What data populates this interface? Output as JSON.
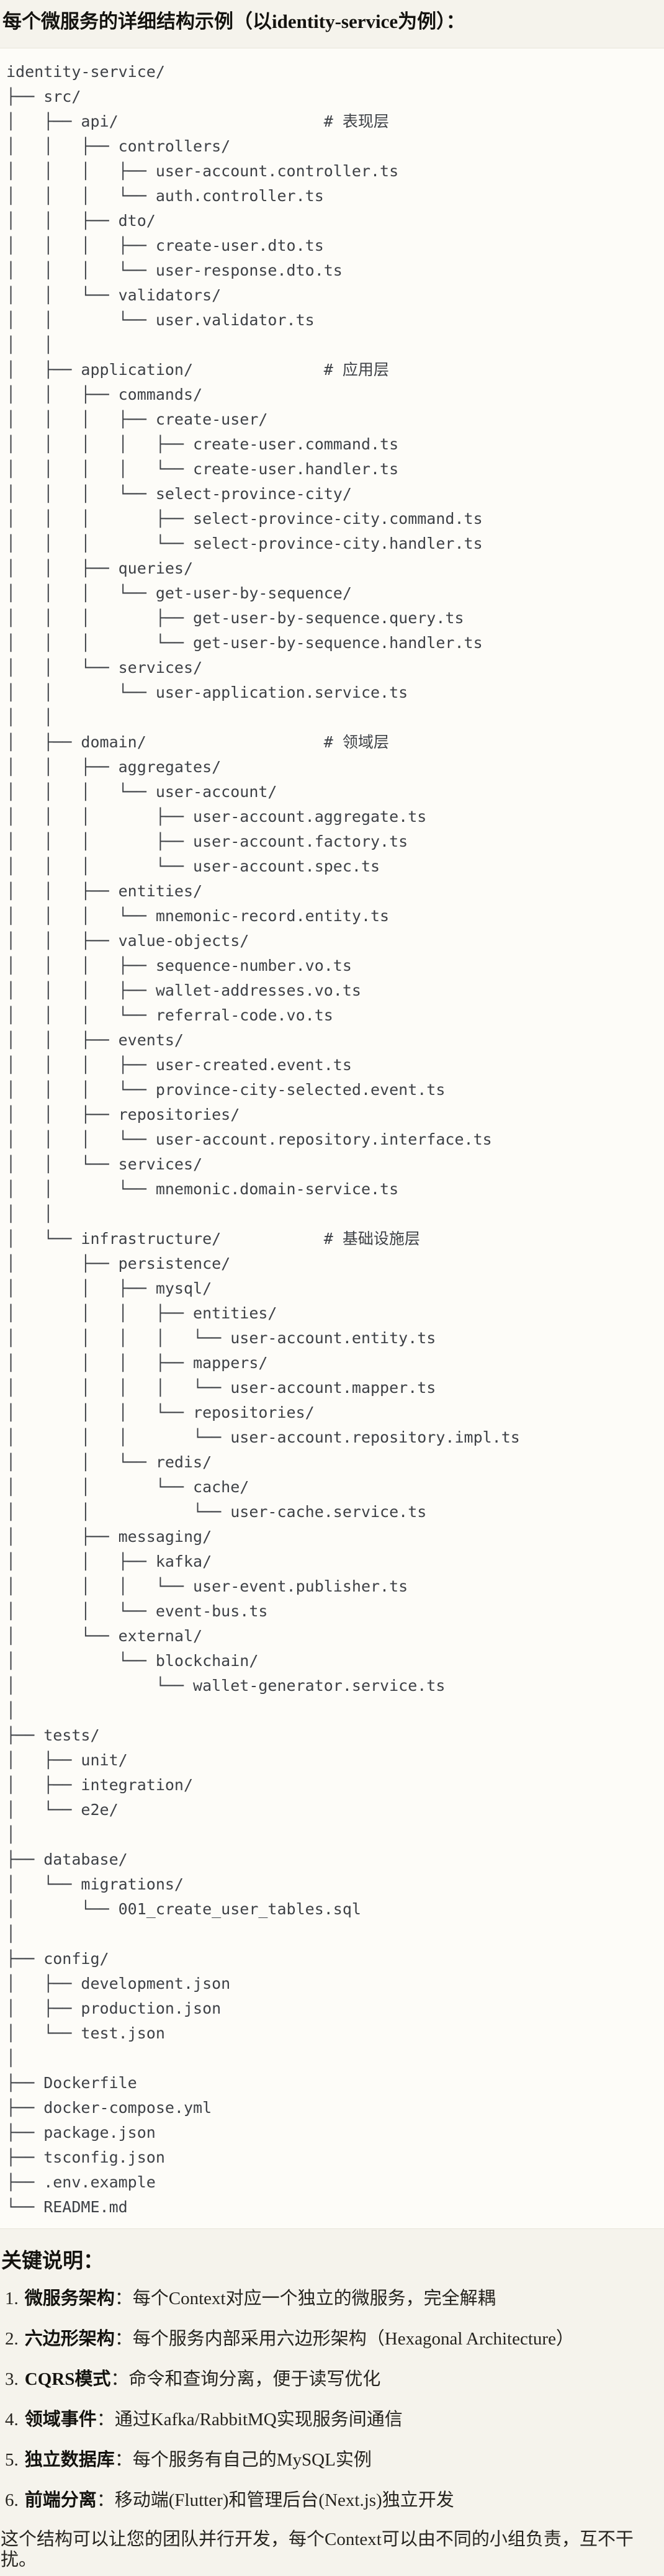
{
  "page": {
    "title": "每个微服务的详细结构示例（以identity-service为例）：",
    "colors": {
      "page_bg": "#f5f3ec",
      "code_bg": "#fdfcf8",
      "code_border": "#e7e4da",
      "tree_text": "#3e4146",
      "heading_text": "#14130f"
    }
  },
  "file_tree": {
    "lines": [
      "identity-service/",
      "├── src/",
      "│   ├── api/                      # 表现层",
      "│   │   ├── controllers/",
      "│   │   │   ├── user-account.controller.ts",
      "│   │   │   └── auth.controller.ts",
      "│   │   ├── dto/",
      "│   │   │   ├── create-user.dto.ts",
      "│   │   │   └── user-response.dto.ts",
      "│   │   └── validators/",
      "│   │       └── user.validator.ts",
      "│   │",
      "│   ├── application/              # 应用层",
      "│   │   ├── commands/",
      "│   │   │   ├── create-user/",
      "│   │   │   │   ├── create-user.command.ts",
      "│   │   │   │   └── create-user.handler.ts",
      "│   │   │   └── select-province-city/",
      "│   │   │       ├── select-province-city.command.ts",
      "│   │   │       └── select-province-city.handler.ts",
      "│   │   ├── queries/",
      "│   │   │   └── get-user-by-sequence/",
      "│   │   │       ├── get-user-by-sequence.query.ts",
      "│   │   │       └── get-user-by-sequence.handler.ts",
      "│   │   └── services/",
      "│   │       └── user-application.service.ts",
      "│   │",
      "│   ├── domain/                   # 领域层",
      "│   │   ├── aggregates/",
      "│   │   │   └── user-account/",
      "│   │   │       ├── user-account.aggregate.ts",
      "│   │   │       ├── user-account.factory.ts",
      "│   │   │       └── user-account.spec.ts",
      "│   │   ├── entities/",
      "│   │   │   └── mnemonic-record.entity.ts",
      "│   │   ├── value-objects/",
      "│   │   │   ├── sequence-number.vo.ts",
      "│   │   │   ├── wallet-addresses.vo.ts",
      "│   │   │   └── referral-code.vo.ts",
      "│   │   ├── events/",
      "│   │   │   ├── user-created.event.ts",
      "│   │   │   └── province-city-selected.event.ts",
      "│   │   ├── repositories/",
      "│   │   │   └── user-account.repository.interface.ts",
      "│   │   └── services/",
      "│   │       └── mnemonic.domain-service.ts",
      "│   │",
      "│   └── infrastructure/           # 基础设施层",
      "│       ├── persistence/",
      "│       │   ├── mysql/",
      "│       │   │   ├── entities/",
      "│       │   │   │   └── user-account.entity.ts",
      "│       │   │   ├── mappers/",
      "│       │   │   │   └── user-account.mapper.ts",
      "│       │   │   └── repositories/",
      "│       │   │       └── user-account.repository.impl.ts",
      "│       │   └── redis/",
      "│       │       └── cache/",
      "│       │           └── user-cache.service.ts",
      "│       ├── messaging/",
      "│       │   ├── kafka/",
      "│       │   │   └── user-event.publisher.ts",
      "│       │   └── event-bus.ts",
      "│       └── external/",
      "│           └── blockchain/",
      "│               └── wallet-generator.service.ts",
      "│",
      "├── tests/",
      "│   ├── unit/",
      "│   ├── integration/",
      "│   └── e2e/",
      "│",
      "├── database/",
      "│   └── migrations/",
      "│       └── 001_create_user_tables.sql",
      "│",
      "├── config/",
      "│   ├── development.json",
      "│   ├── production.json",
      "│   └── test.json",
      "│",
      "├── Dockerfile",
      "├── docker-compose.yml",
      "├── package.json",
      "├── tsconfig.json",
      "├── .env.example",
      "└── README.md"
    ]
  },
  "notes": {
    "heading": "关键说明：",
    "items": [
      {
        "num": "1.",
        "label": "微服务架构",
        "text": "：每个Context对应一个独立的微服务，完全解耦"
      },
      {
        "num": "2.",
        "label": "六边形架构",
        "text": "：每个服务内部采用六边形架构（Hexagonal Architecture）"
      },
      {
        "num": "3.",
        "label": "CQRS模式",
        "text": "：命令和查询分离，便于读写优化"
      },
      {
        "num": "4.",
        "label": "领域事件",
        "text": "：通过Kafka/RabbitMQ实现服务间通信"
      },
      {
        "num": "5.",
        "label": "独立数据库",
        "text": "：每个服务有自己的MySQL实例"
      },
      {
        "num": "6.",
        "label": "前端分离",
        "text": "：移动端(Flutter)和管理后台(Next.js)独立开发"
      }
    ],
    "footer": "这个结构可以让您的团队并行开发，每个Context可以由不同的小组负责，互不干扰。"
  }
}
